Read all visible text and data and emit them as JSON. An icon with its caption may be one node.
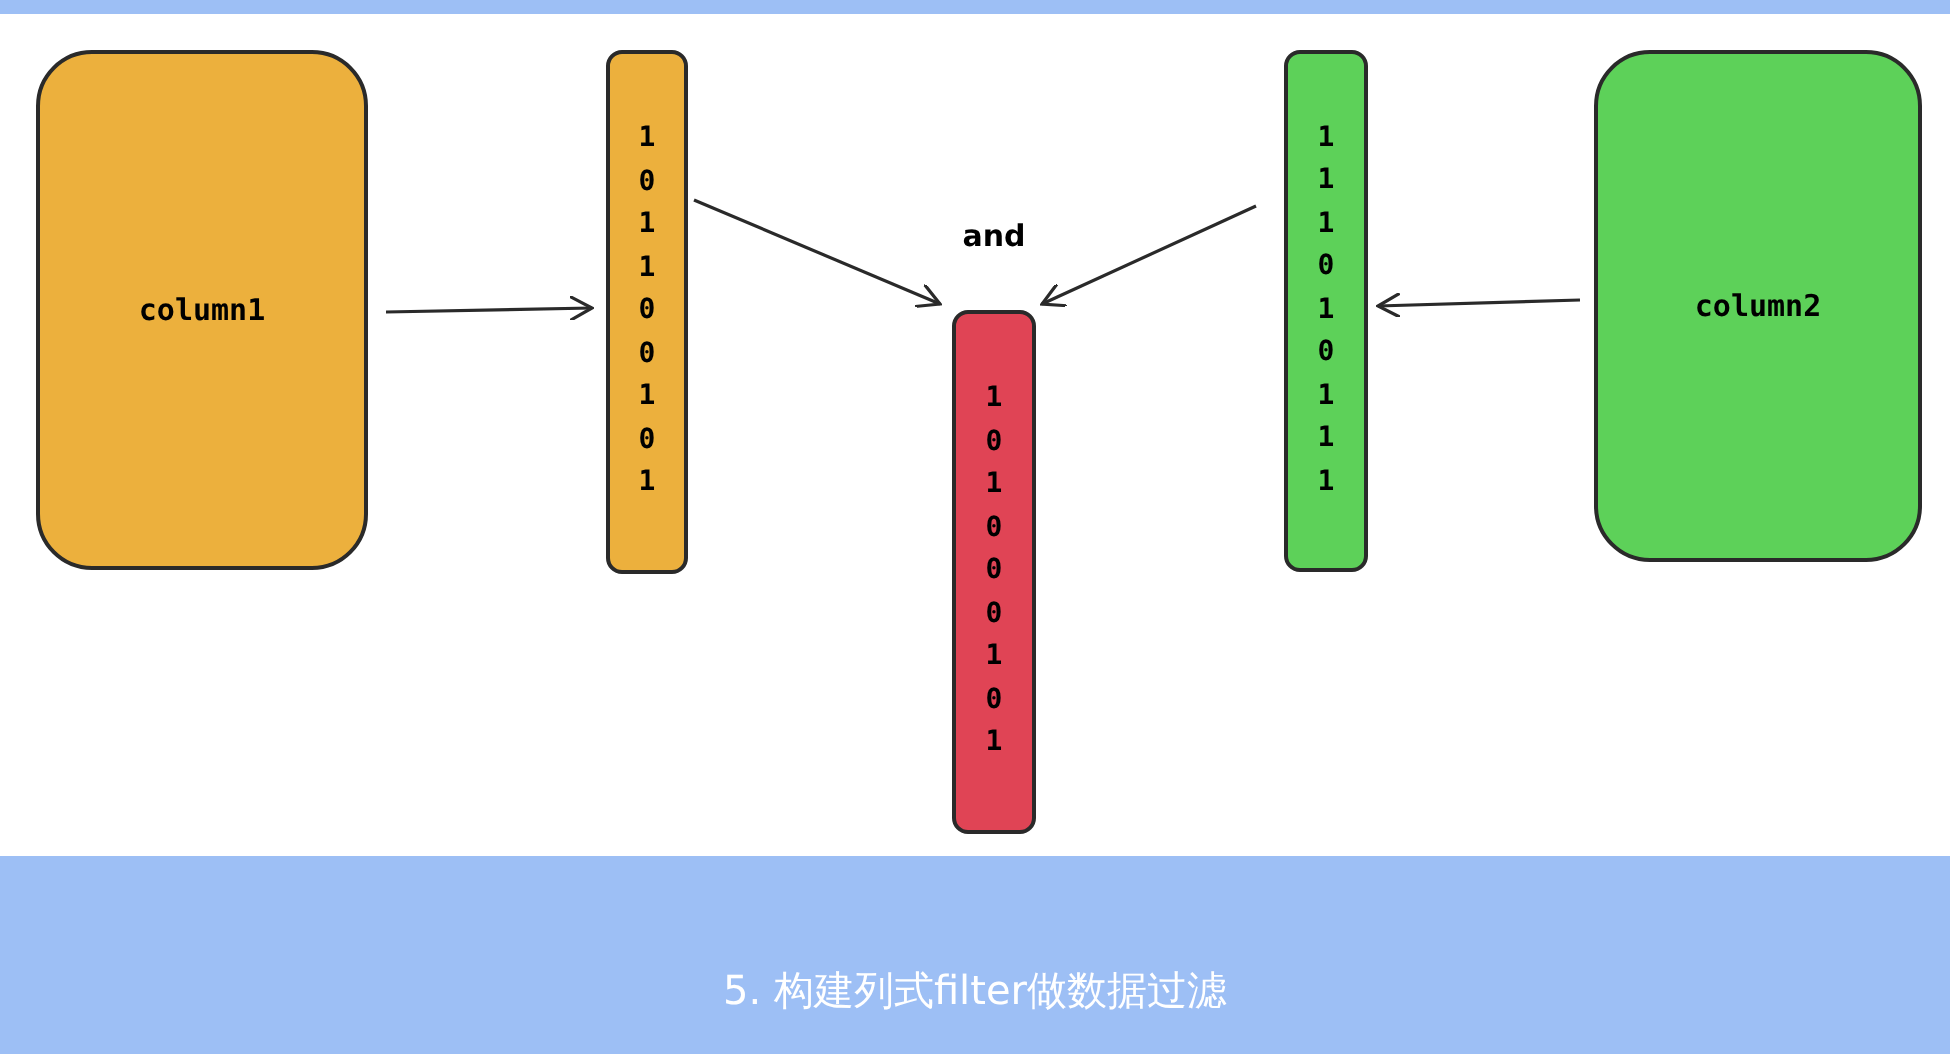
{
  "diagram": {
    "caption": "5. 构建列式filter做数据过滤",
    "nodes": [
      {
        "text": [
          "column1"
        ]
      },
      {
        "text": [
          "1 0 1 1 0 0 1 0 1"
        ]
      },
      {
        "text": [
          "1 0 1 0 0 0 1 0 1"
        ],
        "beside": [
          "and"
        ]
      },
      {
        "text": [
          "1 1 1 0 1 0 1 1 1"
        ]
      },
      {
        "text": [
          "column2"
        ]
      }
    ],
    "edges": [
      {
        "from": 0,
        "to": 1,
        "arrow": "to"
      },
      {
        "from": 1,
        "to": 2,
        "arrow": "to"
      },
      {
        "from": 3,
        "to": 2,
        "arrow": "to"
      },
      {
        "from": 4,
        "to": 3,
        "arrow": "to"
      }
    ]
  }
}
